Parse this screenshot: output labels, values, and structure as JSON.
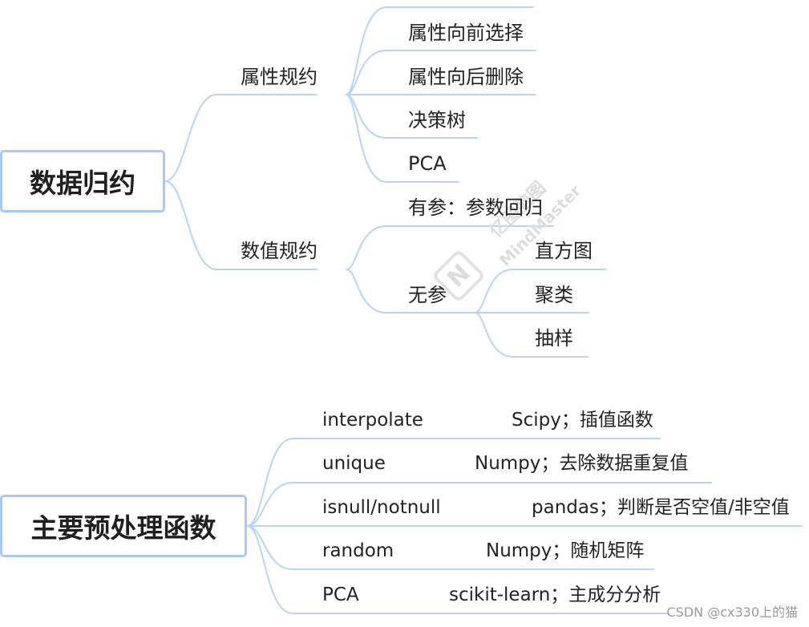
{
  "colors": {
    "line": "#b9d3f5",
    "root_border": "#a9c8f2",
    "text": "#222222"
  },
  "map1": {
    "root": "数据归约",
    "branch1": {
      "label": "属性规约",
      "children": [
        "属性向前选择",
        "属性向后删除",
        "决策树",
        "PCA"
      ]
    },
    "branch2": {
      "label": "数值规约",
      "param": "有参：参数回归",
      "nonparam": {
        "label": "无参",
        "children": [
          "直方图",
          "聚类",
          "抽样"
        ]
      }
    }
  },
  "map2": {
    "root": "主要预处理函数",
    "rows": [
      {
        "func": "interpolate",
        "desc": "Scipy；插值函数"
      },
      {
        "func": "unique",
        "desc": "Numpy；去除数据重复值"
      },
      {
        "func": "isnull/notnull",
        "desc": "pandas；判断是否空值/非空值"
      },
      {
        "func": "random",
        "desc": "Numpy；随机矩阵"
      },
      {
        "func": "PCA",
        "desc": "scikit-learn；主成分分析"
      }
    ]
  },
  "watermark": {
    "cn": "亿图脑图",
    "en": "MindMaster",
    "logo": "N"
  },
  "credit": "CSDN @cx330上的猫"
}
